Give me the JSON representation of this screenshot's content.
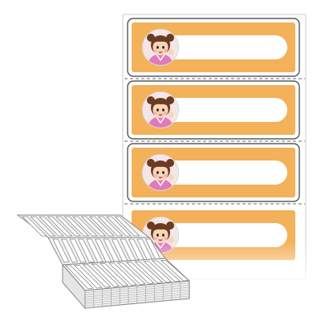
{
  "colors": {
    "background": "#ffffff",
    "label_fill": "#f3b15a",
    "label_border": "#3a3a3a",
    "text_window": "#ffffff",
    "perforation": "#6a6a6a",
    "liner": "#ffffff",
    "liner_edge": "#c8c8c8",
    "fanfold_stroke": "#8a8a8a",
    "fanfold_face": "#f2f2f2"
  },
  "icons": {
    "avatar": "girl-avatar-icon"
  },
  "labels": [
    {
      "kind": "name-label",
      "selected": true,
      "avatar": "girl-avatar-icon",
      "text": ""
    },
    {
      "kind": "name-label",
      "selected": true,
      "avatar": "girl-avatar-icon",
      "text": ""
    },
    {
      "kind": "name-label",
      "selected": true,
      "avatar": "girl-avatar-icon",
      "text": ""
    },
    {
      "kind": "name-label",
      "selected": false,
      "avatar": "girl-avatar-icon",
      "text": ""
    }
  ],
  "fanfold_stack": {
    "visible_sheets": 12,
    "perforated_between_labels": true
  }
}
